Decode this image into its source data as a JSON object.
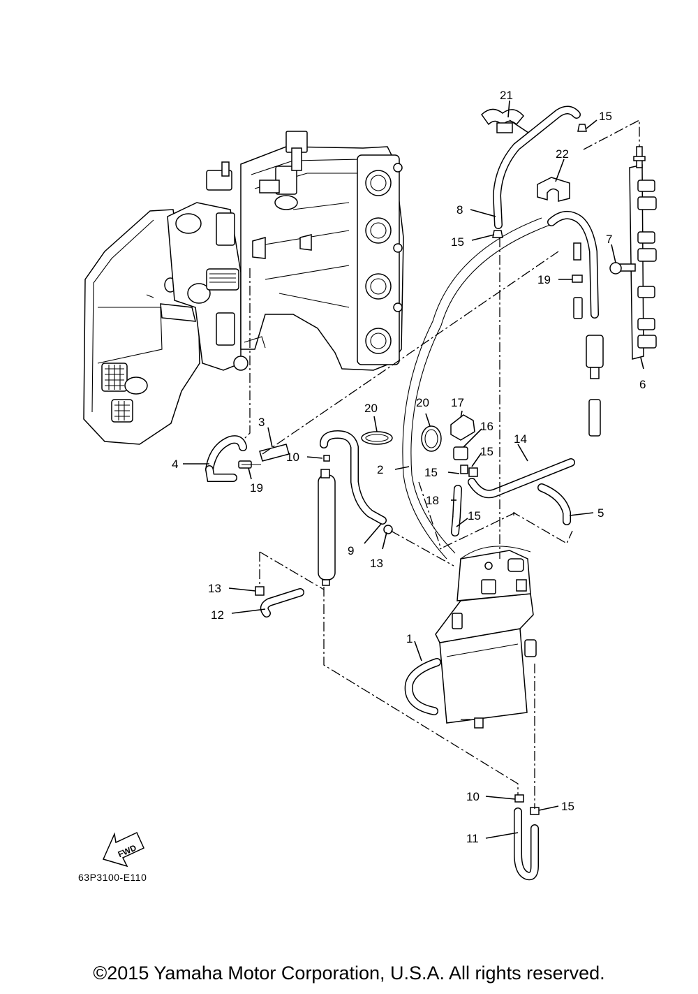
{
  "diagram_code": "63P3100-E110",
  "copyright": "©2015 Yamaha Motor Corporation, U.S.A. All rights reserved.",
  "fwd_label": "FWD",
  "callouts": {
    "c1": "1",
    "c2": "2",
    "c3": "3",
    "c4": "4",
    "c5": "5",
    "c6": "6",
    "c7": "7",
    "c8": "8",
    "c9": "9",
    "c10a": "10",
    "c10b": "10",
    "c11": "11",
    "c12": "12",
    "c13a": "13",
    "c13b": "13",
    "c14": "14",
    "c15a": "15",
    "c15b": "15",
    "c15c": "15",
    "c15d": "15",
    "c15e": "15",
    "c15f": "15",
    "c16": "16",
    "c17": "17",
    "c18": "18",
    "c19a": "19",
    "c19b": "19",
    "c20a": "20",
    "c20b": "20",
    "c21": "21",
    "c22": "22"
  }
}
